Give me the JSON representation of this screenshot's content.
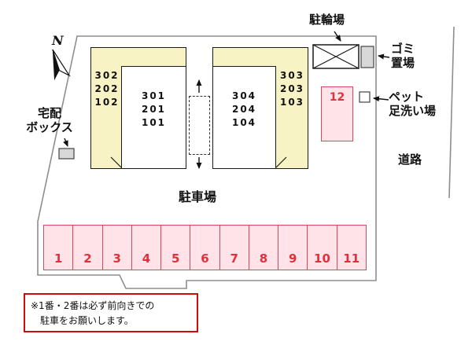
{
  "compass": {
    "label": "N"
  },
  "site": {
    "bike_parking_label": "駐輪場",
    "garbage_label_1": "ゴミ",
    "garbage_label_2": "置場",
    "pet_label_1": "ペット",
    "pet_label_2": "足洗い場",
    "road_label": "道路",
    "delivery_label_1": "宅配",
    "delivery_label_2": "ボックス",
    "parking_label": "駐車場"
  },
  "buildings": {
    "left_outer": [
      "302",
      "202",
      "102"
    ],
    "left_inner": [
      "301",
      "201",
      "101"
    ],
    "right_inner": [
      "304",
      "204",
      "104"
    ],
    "right_outer": [
      "303",
      "203",
      "103"
    ]
  },
  "parking": {
    "space12": "12",
    "spaces": [
      "1",
      "2",
      "3",
      "4",
      "5",
      "6",
      "7",
      "8",
      "9",
      "10",
      "11"
    ]
  },
  "note": {
    "line1": "※1番・2番は必ず前向きでの",
    "line2": "　駐車をお願いします。"
  },
  "colors": {
    "building_fill": "#f8f3c4",
    "building_border": "#1a1a1a",
    "pink_fill": "#ffe3e9",
    "pink_border": "#d64b5a",
    "number_red": "#e0303c",
    "outline_gray": "#8e8e8e",
    "note_border": "#cf0a0a",
    "box_gray": "#d8d8d8"
  }
}
